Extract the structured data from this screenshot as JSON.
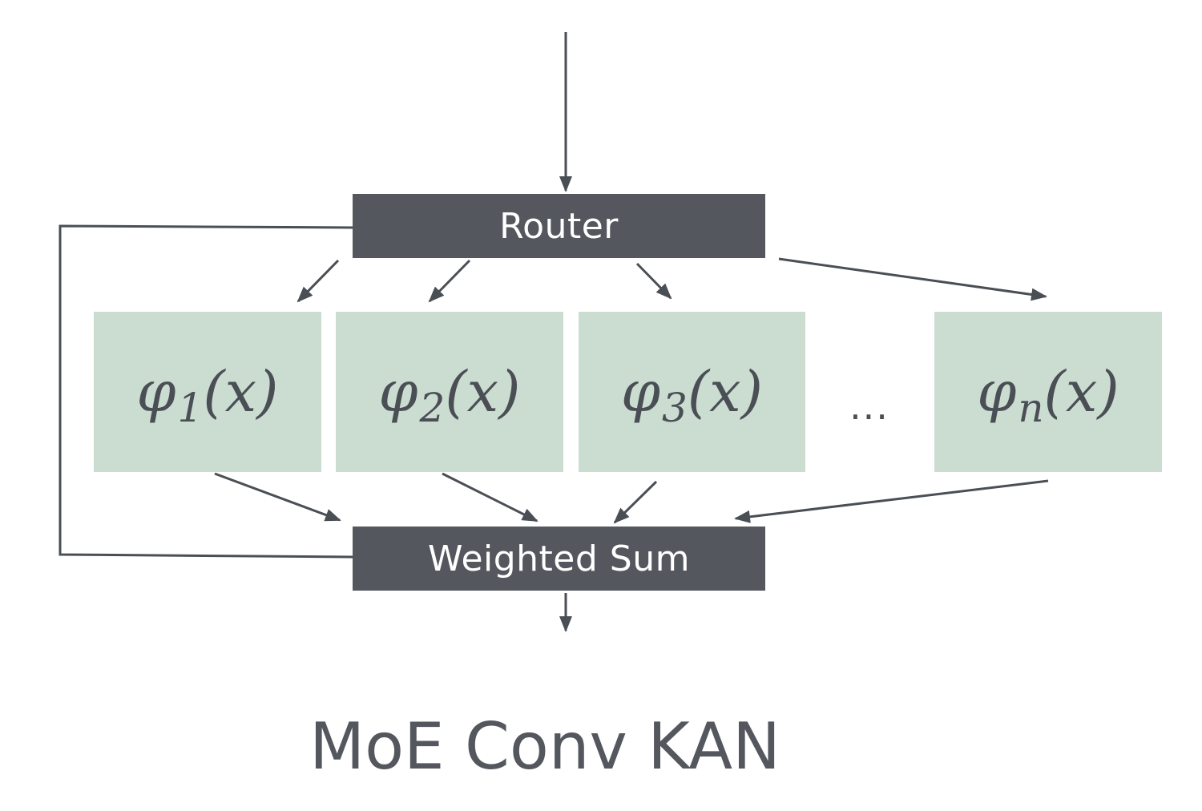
{
  "router": {
    "label": "Router"
  },
  "weighted_sum": {
    "label": "Weighted Sum"
  },
  "experts": [
    {
      "symbol": "φ",
      "subscript": "1",
      "argument": "(x)"
    },
    {
      "symbol": "φ",
      "subscript": "2",
      "argument": "(x)"
    },
    {
      "symbol": "φ",
      "subscript": "3",
      "argument": "(x)"
    },
    {
      "symbol": "φ",
      "subscript": "n",
      "argument": "(x)"
    }
  ],
  "ellipsis": "...",
  "caption": "MoE Conv KAN",
  "colors": {
    "dark_box": "#54585e",
    "expert_fill": "#cbdcd1",
    "arrow": "#4a4e55"
  }
}
